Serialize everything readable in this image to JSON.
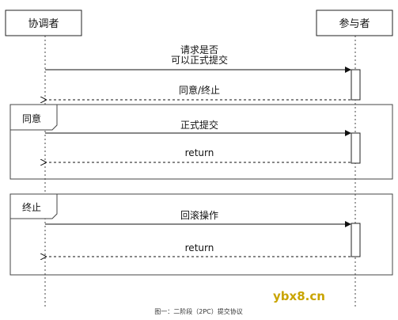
{
  "participants": {
    "coordinator": "协调者",
    "participant": "参与者"
  },
  "messages": {
    "request_line1": "请求是否",
    "request_line2": "可以正式提交",
    "agree_abort": "同意/终止",
    "commit": "正式提交",
    "return1": "return",
    "rollback": "回滚操作",
    "return2": "return"
  },
  "fragments": {
    "agree": "同意",
    "abort": "终止"
  },
  "watermark": "ybx8.cn",
  "caption": "图一：二阶段（2PC）提交协议"
}
